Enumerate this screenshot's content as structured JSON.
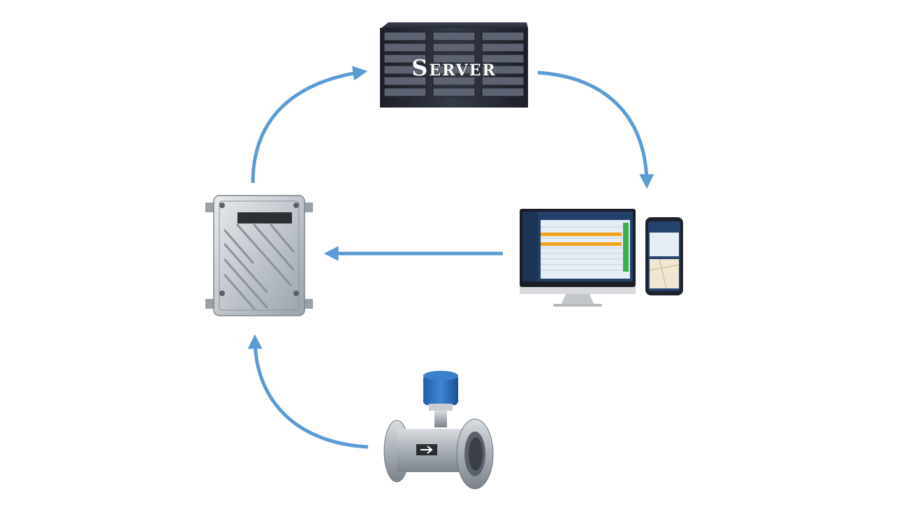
{
  "diagram": {
    "server": {
      "label": "Server"
    },
    "arrow_color": "#5b9bd5",
    "nodes": [
      "server-rack-icon",
      "monitoring-screens-icon",
      "gateway-enclosure-icon",
      "flow-meter-icon"
    ],
    "flow": [
      "flow-meter",
      "gateway",
      "server",
      "monitoring-screens",
      "gateway"
    ]
  }
}
